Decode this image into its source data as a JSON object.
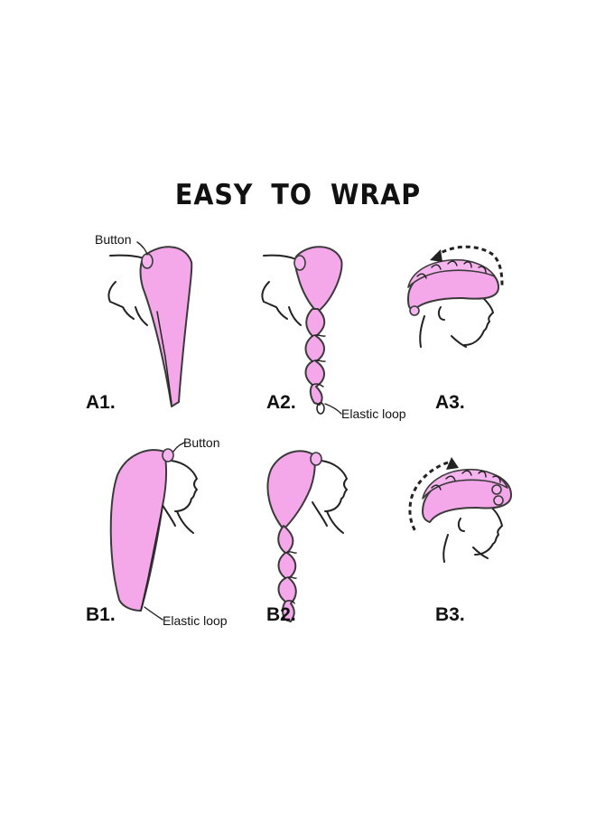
{
  "title": "EASY TO WRAP",
  "steps": {
    "a1": "A1.",
    "a2": "A2.",
    "a3": "A3.",
    "b1": "B1.",
    "b2": "B2.",
    "b3": "B3."
  },
  "callouts": {
    "a1_button": "Button",
    "a2_elastic": "Elastic loop",
    "b1_button": "Button",
    "b1_elastic": "Elastic loop"
  },
  "colors": {
    "towel": "#f4a8ea",
    "ink": "#222222"
  }
}
